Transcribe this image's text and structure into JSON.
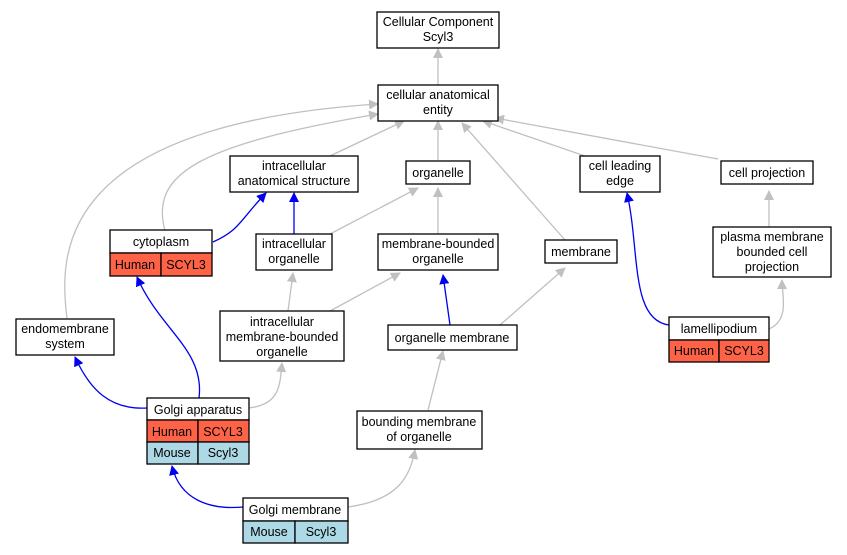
{
  "colors": {
    "gray_edge": "#c0c0c0",
    "blue_edge": "#0000ee",
    "human_cell": "#ff6347",
    "mouse_cell": "#add8e6"
  },
  "nodes": {
    "root": {
      "line1": "Cellular Component",
      "line2": "Scyl3"
    },
    "cae": {
      "line1": "cellular anatomical",
      "line2": "entity"
    },
    "ias": {
      "line1": "intracellular",
      "line2": "anatomical structure"
    },
    "organelle": {
      "line1": "organelle"
    },
    "leading": {
      "line1": "cell leading",
      "line2": "edge"
    },
    "projection": {
      "line1": "cell projection"
    },
    "cytoplasm": {
      "line1": "cytoplasm",
      "human": "Human",
      "gene": "SCYL3"
    },
    "io": {
      "line1": "intracellular",
      "line2": "organelle"
    },
    "mbo": {
      "line1": "membrane-bounded",
      "line2": "organelle"
    },
    "membrane": {
      "line1": "membrane"
    },
    "pmbcp": {
      "line1": "plasma membrane",
      "line2": "bounded cell",
      "line3": "projection"
    },
    "endo": {
      "line1": "endomembrane",
      "line2": "system"
    },
    "imbo": {
      "line1": "intracellular",
      "line2": "membrane-bounded",
      "line3": "organelle"
    },
    "om": {
      "line1": "organelle membrane"
    },
    "lamelli": {
      "line1": "lamellipodium",
      "human": "Human",
      "gene": "SCYL3"
    },
    "golgi": {
      "line1": "Golgi apparatus",
      "human": "Human",
      "gene": "SCYL3",
      "mouse": "Mouse",
      "mgene": "Scyl3"
    },
    "bmo": {
      "line1": "bounding membrane",
      "line2": "of organelle"
    },
    "gm": {
      "line1": "Golgi membrane",
      "mouse": "Mouse",
      "mgene": "Scyl3"
    }
  }
}
